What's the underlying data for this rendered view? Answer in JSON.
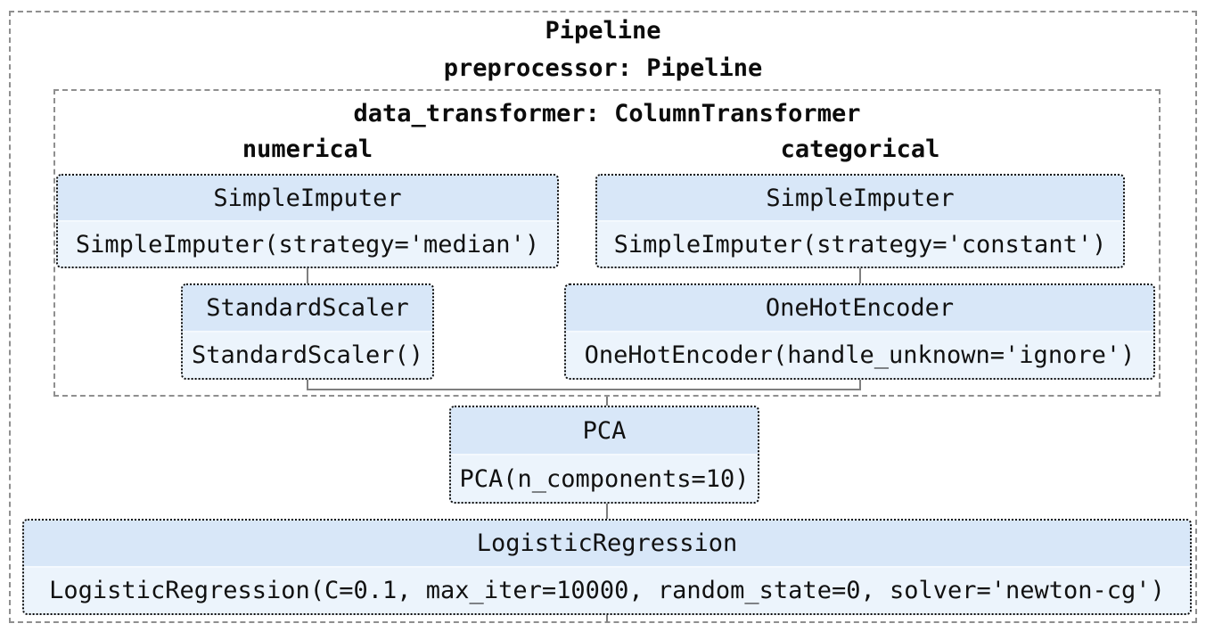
{
  "diagram": {
    "title": "Pipeline",
    "preprocessor_label": "preprocessor: Pipeline",
    "column_transformer": {
      "label": "data_transformer: ColumnTransformer",
      "branches": [
        {
          "name": "numerical",
          "steps": [
            {
              "title": "SimpleImputer",
              "params": "SimpleImputer(strategy='median')"
            },
            {
              "title": "StandardScaler",
              "params": "StandardScaler()"
            }
          ]
        },
        {
          "name": "categorical",
          "steps": [
            {
              "title": "SimpleImputer",
              "params": "SimpleImputer(strategy='constant')"
            },
            {
              "title": "OneHotEncoder",
              "params": "OneHotEncoder(handle_unknown='ignore')"
            }
          ]
        }
      ]
    },
    "serial_steps": [
      {
        "title": "PCA",
        "params": "PCA(n_components=10)"
      },
      {
        "title": "LogisticRegression",
        "params": "LogisticRegression(C=0.1, max_iter=10000, random_state=0, solver='newton-cg')"
      }
    ],
    "colors": {
      "estimator_header_bg": "#d8e7f8",
      "estimator_body_bg": "#ecf4fc",
      "dashed_border": "#8f8f8f",
      "dotted_border": "#0a0a0a",
      "connector": "#7f7f7f",
      "text": "#111111",
      "background": "#ffffff"
    }
  }
}
